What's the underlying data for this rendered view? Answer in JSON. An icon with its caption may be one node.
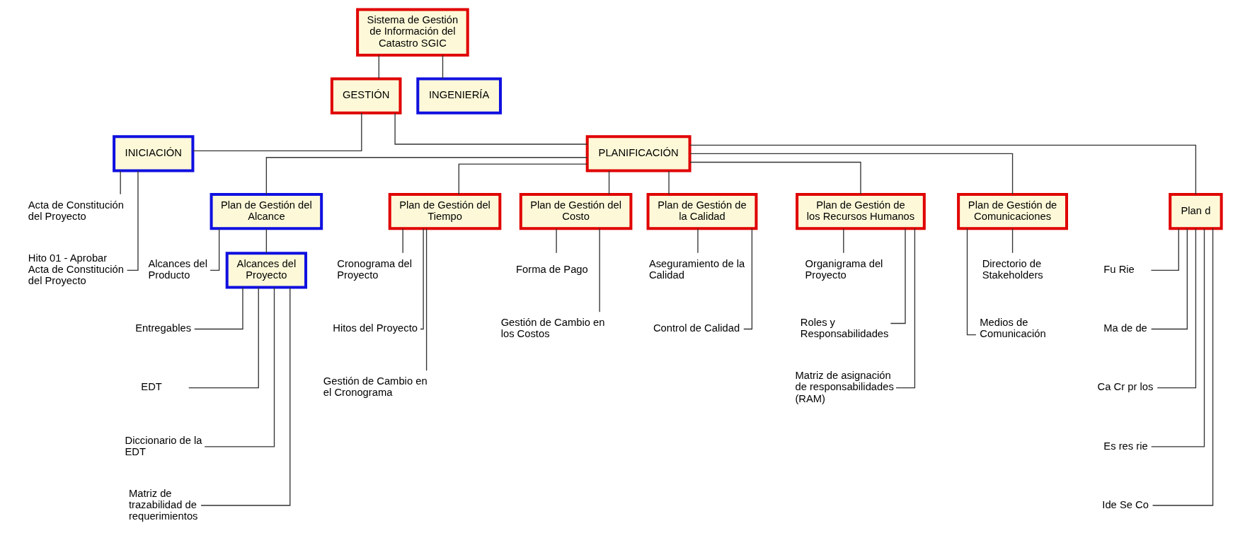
{
  "diagram": {
    "nodes": [
      {
        "text": [
          "Sistema de Gestión de Información del Catastro SGIC"
        ]
      },
      {
        "text": [
          "GESTIÓN"
        ]
      },
      {
        "text": [
          "INGENIERÍA"
        ]
      },
      {
        "text": [
          "INICIACIÓN"
        ]
      },
      {
        "text": [
          "Acta de Constitución del Proyecto"
        ]
      },
      {
        "text": [
          "Hito 01 - Aprobar Acta de Constitución del Proyecto"
        ]
      },
      {
        "text": [
          "PLANIFICACIÓN"
        ]
      },
      {
        "text": [
          "Plan de Gestión del Alcance"
        ]
      },
      {
        "text": [
          "Alcances del Producto"
        ]
      },
      {
        "text": [
          "Alcances del Proyecto"
        ]
      },
      {
        "text": [
          "Entregables"
        ]
      },
      {
        "text": [
          "EDT"
        ]
      },
      {
        "text": [
          "Diccionario de la EDT"
        ]
      },
      {
        "text": [
          "Matriz de trazabilidad de requerimientos"
        ]
      },
      {
        "text": [
          "Plan de Gestión del Tiempo"
        ]
      },
      {
        "text": [
          "Cronograma del Proyecto"
        ]
      },
      {
        "text": [
          "Hitos del Proyecto"
        ]
      },
      {
        "text": [
          "Gestión de Cambio en el Cronograma"
        ]
      },
      {
        "text": [
          "Plan de Gestión del Costo"
        ]
      },
      {
        "text": [
          "Forma de Pago"
        ]
      },
      {
        "text": [
          "Gestión de Cambio en los Costos"
        ]
      },
      {
        "text": [
          "Plan de Gestión de la Calidad"
        ]
      },
      {
        "text": [
          "Aseguramiento de la Calidad"
        ]
      },
      {
        "text": [
          "Control de Calidad"
        ]
      },
      {
        "text": [
          "Plan de Gestión de los Recursos Humanos"
        ]
      },
      {
        "text": [
          "Organigrama del Proyecto"
        ]
      },
      {
        "text": [
          "Roles y Responsabilidades"
        ]
      },
      {
        "text": [
          "Matriz de asignación de responsabilidades (RAM)"
        ]
      },
      {
        "text": [
          "Plan de Gestión de Comunicaciones"
        ]
      },
      {
        "text": [
          "Directorio de Stakeholders"
        ]
      },
      {
        "text": [
          "Medios de Comunicación"
        ]
      },
      {
        "text": [
          "Plan d"
        ]
      },
      {
        "text": [
          "Fu Rie"
        ]
      },
      {
        "text": [
          "Ma de de"
        ]
      },
      {
        "text": [
          "Ca Cr pr los"
        ]
      },
      {
        "text": [
          "Es res rie"
        ]
      },
      {
        "text": [
          "Ide Se Co"
        ]
      }
    ],
    "edges": [
      {
        "from": 0,
        "to": 1,
        "arrow": "none"
      },
      {
        "from": 0,
        "to": 2,
        "arrow": "none"
      },
      {
        "from": 1,
        "to": 3,
        "arrow": "none"
      },
      {
        "from": 1,
        "to": 6,
        "arrow": "none"
      },
      {
        "from": 3,
        "to": 4,
        "arrow": "none"
      },
      {
        "from": 3,
        "to": 5,
        "arrow": "none"
      },
      {
        "from": 6,
        "to": 7,
        "arrow": "none"
      },
      {
        "from": 6,
        "to": 14,
        "arrow": "none"
      },
      {
        "from": 6,
        "to": 18,
        "arrow": "none"
      },
      {
        "from": 6,
        "to": 21,
        "arrow": "none"
      },
      {
        "from": 6,
        "to": 24,
        "arrow": "none"
      },
      {
        "from": 6,
        "to": 28,
        "arrow": "none"
      },
      {
        "from": 6,
        "to": 31,
        "arrow": "none"
      },
      {
        "from": 7,
        "to": 8,
        "arrow": "none"
      },
      {
        "from": 7,
        "to": 9,
        "arrow": "none"
      },
      {
        "from": 9,
        "to": 10,
        "arrow": "none"
      },
      {
        "from": 9,
        "to": 11,
        "arrow": "none"
      },
      {
        "from": 9,
        "to": 12,
        "arrow": "none"
      },
      {
        "from": 9,
        "to": 13,
        "arrow": "none"
      },
      {
        "from": 14,
        "to": 15,
        "arrow": "none"
      },
      {
        "from": 14,
        "to": 16,
        "arrow": "none"
      },
      {
        "from": 14,
        "to": 17,
        "arrow": "none"
      },
      {
        "from": 18,
        "to": 19,
        "arrow": "none"
      },
      {
        "from": 18,
        "to": 20,
        "arrow": "none"
      },
      {
        "from": 21,
        "to": 22,
        "arrow": "none"
      },
      {
        "from": 21,
        "to": 23,
        "arrow": "none"
      },
      {
        "from": 24,
        "to": 25,
        "arrow": "none"
      },
      {
        "from": 24,
        "to": 26,
        "arrow": "none"
      },
      {
        "from": 24,
        "to": 27,
        "arrow": "none"
      },
      {
        "from": 28,
        "to": 29,
        "arrow": "none"
      },
      {
        "from": 28,
        "to": 30,
        "arrow": "none"
      },
      {
        "from": 31,
        "to": 32,
        "arrow": "none"
      },
      {
        "from": 31,
        "to": 33,
        "arrow": "none"
      },
      {
        "from": 31,
        "to": 34,
        "arrow": "none"
      },
      {
        "from": 31,
        "to": 35,
        "arrow": "none"
      },
      {
        "from": 31,
        "to": 36,
        "arrow": "none"
      }
    ]
  }
}
